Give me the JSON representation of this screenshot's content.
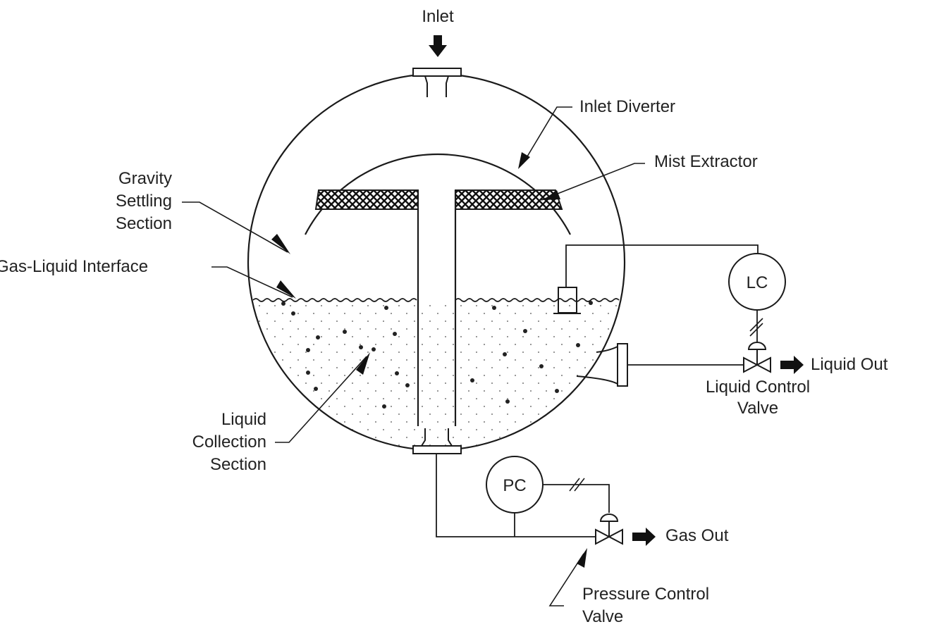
{
  "diagram": {
    "title": "Vertical Gas-Liquid Separator",
    "labels": {
      "inlet": "Inlet",
      "inlet_diverter": "Inlet Diverter",
      "mist_extractor": "Mist Extractor",
      "gravity_settling": [
        "Gravity",
        "Settling",
        "Section"
      ],
      "gas_liquid_interface": "Gas-Liquid Interface",
      "liquid_collection": [
        "Liquid",
        "Collection",
        "Section"
      ],
      "liquid_out": "Liquid Out",
      "liquid_control_valve": [
        "Liquid Control",
        "Valve"
      ],
      "gas_out": "Gas Out",
      "pressure_control_valve": [
        "Pressure Control",
        "Valve"
      ]
    },
    "instruments": {
      "level_controller": "LC",
      "pressure_controller": "PC"
    },
    "colors": {
      "line": "#1a1a1a",
      "background": "#ffffff"
    }
  }
}
